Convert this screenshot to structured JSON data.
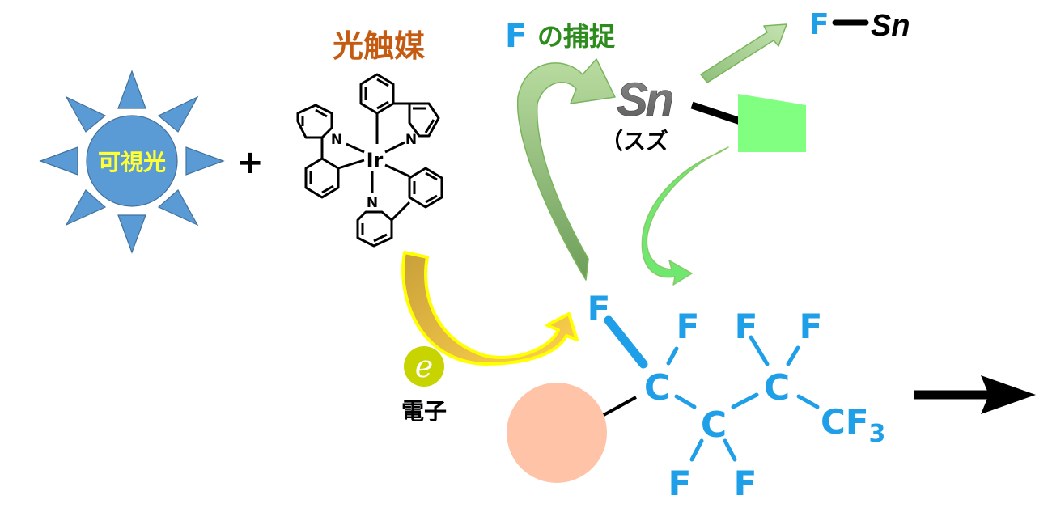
{
  "colors": {
    "sun_fill": "#5b9bd5",
    "sun_text": "#ffff33",
    "catalyst_label": "#c55a11",
    "fluorine_blue": "#1e9fe8",
    "capture_green_text": "#2e8b1e",
    "sn_gray": "#707070",
    "sn_group_green": "#80ff80",
    "arrow_gold": "#d4a53a",
    "arrow_yellow_outline": "#ffff00",
    "electron_badge": "#c8d400",
    "substrate_pink": "#ffc4a8"
  },
  "light": {
    "label": "可視光",
    "icon": "sun-icon"
  },
  "plus": "+",
  "catalyst": {
    "label": "光触媒",
    "center_atom": "Ir",
    "ligand_atom": "N"
  },
  "electron": {
    "symbol": "e",
    "label": "電子"
  },
  "capture": {
    "f_letter": "F",
    "rest": "の捕捉"
  },
  "tin": {
    "symbol": "Sn",
    "reading": "（スズ"
  },
  "product": {
    "f": "F",
    "sn": "Sn"
  },
  "molecule": {
    "f_top": "F",
    "carbon": "C",
    "fluorine": "F",
    "cf3_c": "CF",
    "cf3_sub": "3"
  }
}
